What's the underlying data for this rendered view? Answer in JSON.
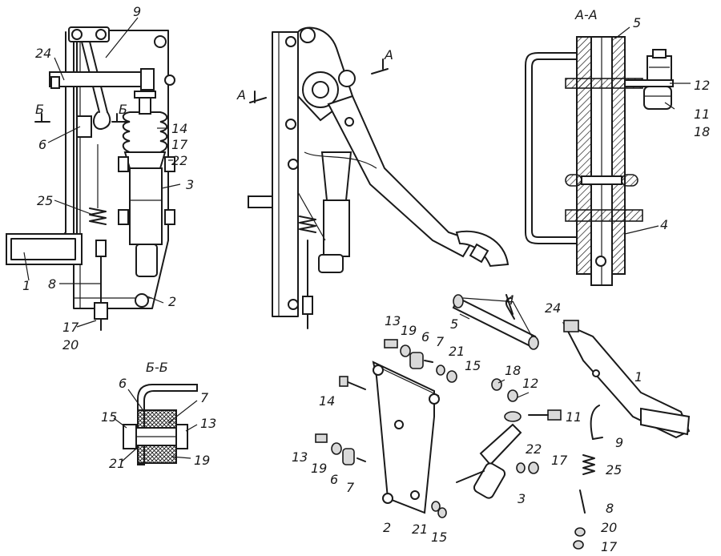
{
  "titles": {
    "section_aa": "А-А",
    "section_bb": "Б-Б",
    "cut_a": "А",
    "cut_b": "Б"
  },
  "labels": {
    "front": [
      "9",
      "24",
      "Б",
      "Б",
      "6",
      "14",
      "17",
      "22",
      "3",
      "25",
      "1",
      "8",
      "2",
      "17",
      "20"
    ],
    "side": [
      "А",
      "А"
    ],
    "aa": [
      "5",
      "12",
      "11",
      "18",
      "4"
    ],
    "bb": [
      "6",
      "7",
      "15",
      "13",
      "21",
      "19"
    ],
    "exploded": [
      "4",
      "24",
      "5",
      "13",
      "19",
      "6",
      "7",
      "21",
      "15",
      "18",
      "12",
      "14",
      "1",
      "11",
      "9",
      "13",
      "19",
      "6",
      "7",
      "22",
      "17",
      "25",
      "3",
      "8",
      "2",
      "21",
      "15",
      "20",
      "17"
    ]
  }
}
